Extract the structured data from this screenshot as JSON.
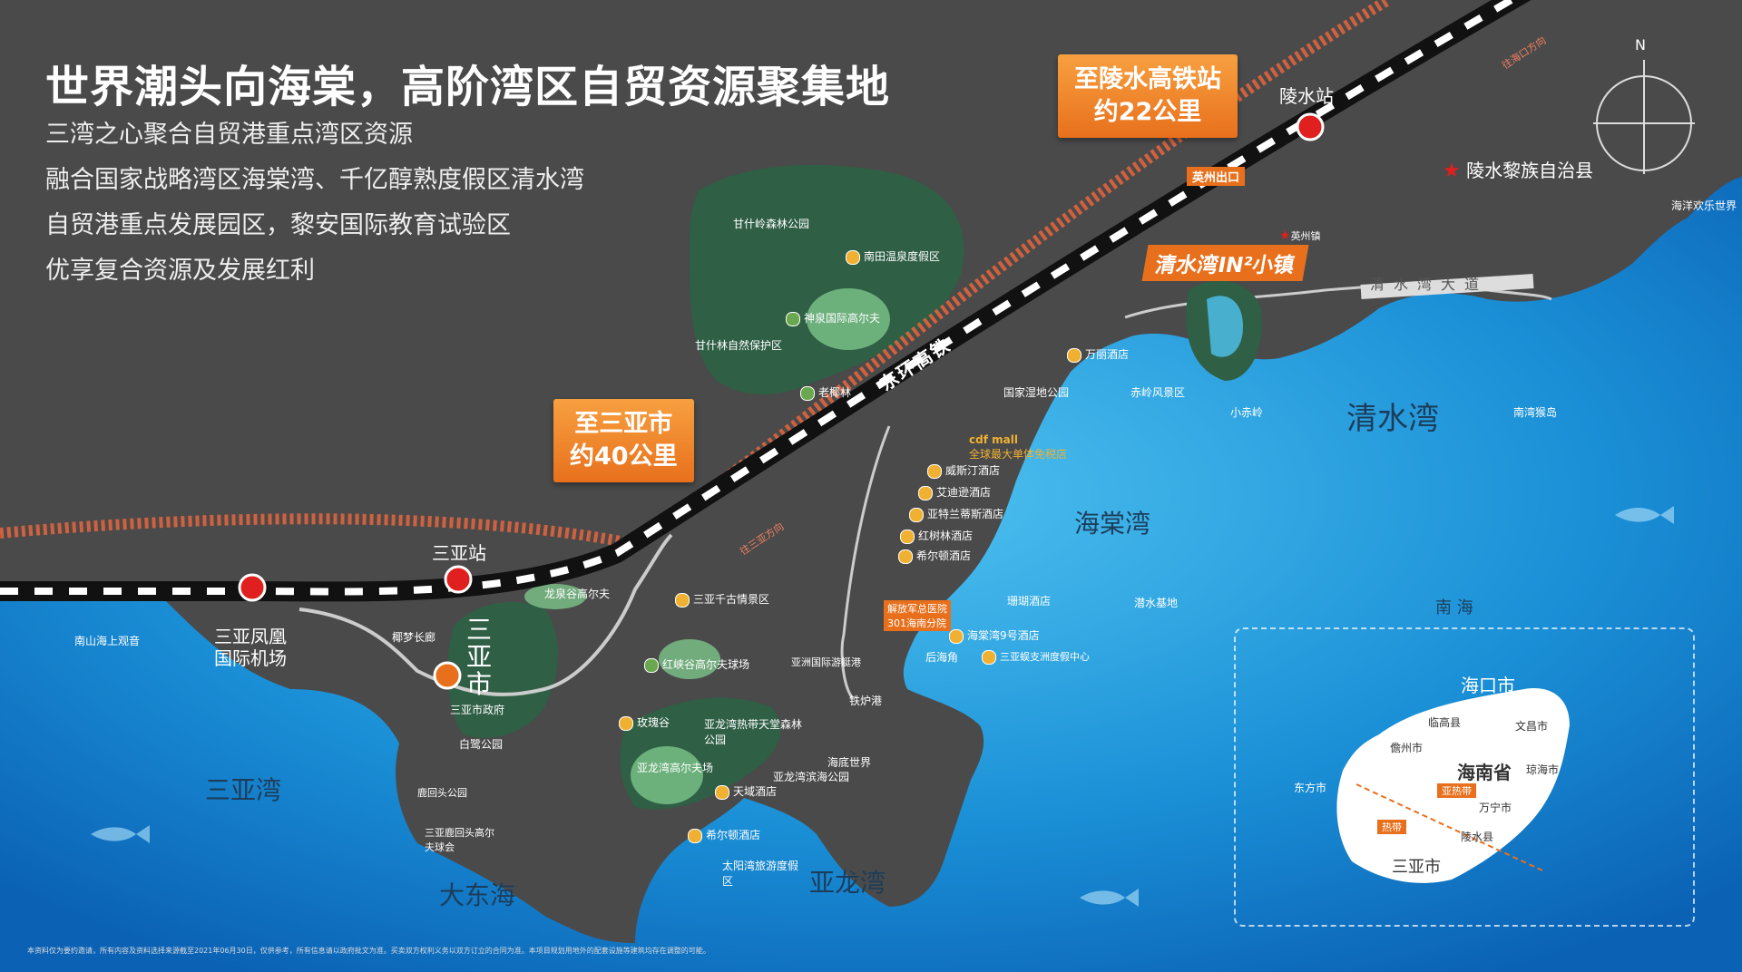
{
  "headline": "世界潮头向海棠，高阶湾区自贸资源聚集地",
  "subtitles": [
    "三湾之心聚合自贸港重点湾区资源",
    "融合国家战略湾区海棠湾、千亿醇熟度假区清水湾",
    "自贸港重点发展园区，黎安国际教育试验区",
    "优享复合资源及发展红利"
  ],
  "callouts": {
    "lingshui": [
      "至陵水高铁站",
      "约22公里"
    ],
    "sanya": [
      "至三亚市",
      "约40公里"
    ]
  },
  "stations": {
    "lingshui": "陵水站",
    "sanya": "三亚站",
    "airport": "三亚凤凰\n国际机场"
  },
  "rail": "东环高铁",
  "road": "清水湾大道",
  "exits": [
    "英州出口"
  ],
  "town": "清水湾IN²小镇",
  "county": "陵水黎族自治县",
  "bays": [
    "清水湾",
    "海棠湾",
    "三亚湾",
    "大东海",
    "亚龙湾"
  ],
  "city": [
    "三",
    "亚",
    "市"
  ],
  "directions": [
    "往海口方向",
    "往三亚方向"
  ],
  "places_hills": [
    "甘什岭森林公园",
    "南田温泉度假区",
    "神泉国际高尔夫",
    "甘什林自然保护区",
    "老椰林"
  ],
  "places_haitang": [
    "cdf mall",
    "全球最大单体免税店",
    "威斯汀酒店",
    "艾迪逊酒店",
    "亚特兰蒂斯酒店",
    "红树林酒店",
    "希尔顿酒店",
    "解放军总医院",
    "301海南分院",
    "海棠湾9号酒店",
    "后海角",
    "三亚蜈支洲度假中心",
    "珊瑚酒店",
    "潜水基地",
    "国家湿地公园",
    "万丽酒店",
    "赤岭风景区",
    "小赤岭",
    "英州镇"
  ],
  "places_sanya": [
    "南山海上观音",
    "椰梦长廊",
    "龙泉谷高尔夫",
    "三亚千古情景区",
    "红峡谷高尔夫球场",
    "亚洲国际游艇港",
    "铁炉港",
    "玫瑰谷",
    "亚龙湾热带天堂森林公园",
    "亚龙湾高尔夫场",
    "海底世界",
    "亚龙湾滨海公园",
    "天域酒店",
    "希尔顿酒店",
    "太阳湾旅游度假区",
    "三亚市政府",
    "白鹭公园",
    "鹿回头公园",
    "三亚鹿回头高尔夫球会"
  ],
  "places_east": [
    "海洋欢乐世界",
    "南湾猴岛"
  ],
  "inset": {
    "sea": "南  海",
    "province": "海南省",
    "cities": [
      "海口市",
      "临高县",
      "文昌市",
      "儋州市",
      "琼海市",
      "东方市",
      "万宁市",
      "陵水县",
      "三亚市"
    ],
    "belts": [
      "亚热带",
      "热带"
    ]
  },
  "compass": "N",
  "footnote": "本资料仅为要约邀请，所有内容及资料选择来源截至2021年06月30日，仅供参考，所有信息请以政府批文为准。买卖双方权利义务以双方订立的合同为准。本项目规划用地外的配套设施等建筑均存在调整的可能。",
  "colors": {
    "accent": "#e8701c",
    "land": "#4a4a4a",
    "sea": "#1a8fd6",
    "green": "#2f5f45"
  }
}
